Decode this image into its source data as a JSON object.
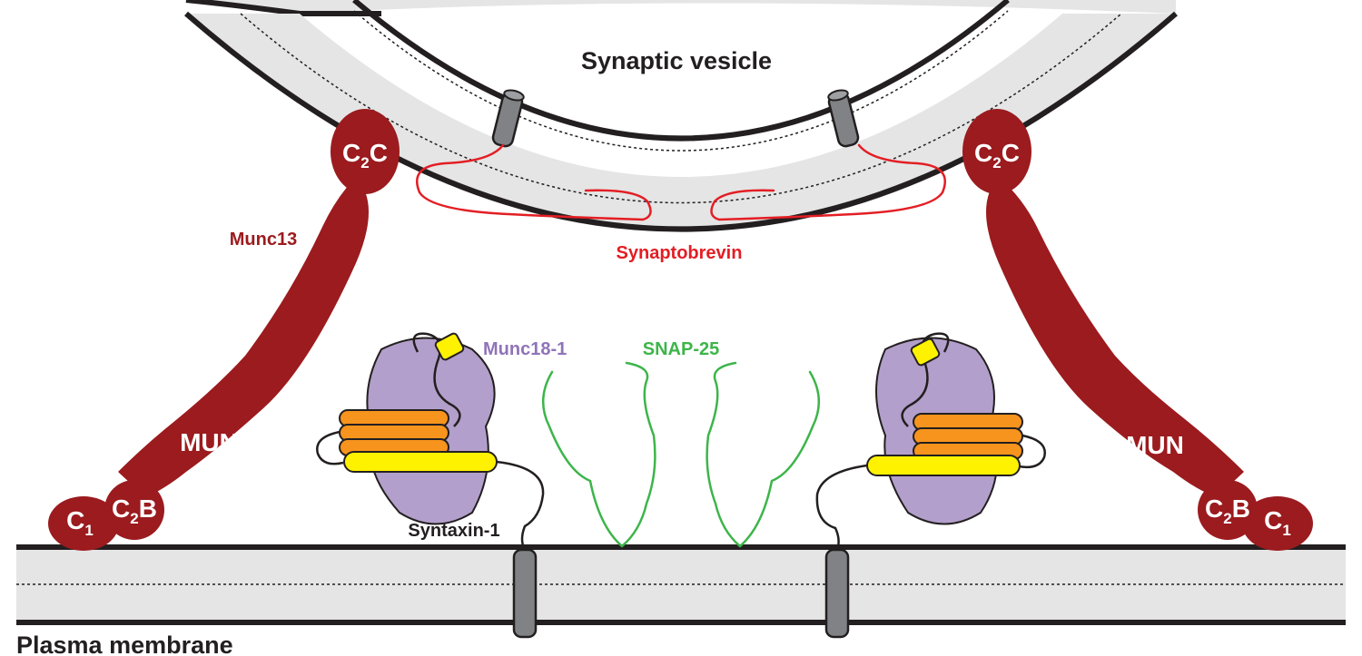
{
  "labels": {
    "vesicle": "Synaptic vesicle",
    "plasma_membrane": "Plasma membrane",
    "munc13": "Munc13",
    "synaptobrevin": "Synaptobrevin",
    "munc18": "Munc18-1",
    "snap25": "SNAP-25",
    "syntaxin": "Syntaxin-1"
  },
  "domains": {
    "c2c": {
      "main": "C",
      "sub": "2",
      "tail": "C"
    },
    "mun": "MUN",
    "c2b": {
      "main": "C",
      "sub": "2",
      "tail": "B"
    },
    "c1": {
      "main": "C",
      "sub": "1"
    }
  },
  "colors": {
    "membrane_fill": "#e5e5e5",
    "munc13": "#9b1b1e",
    "synaptobrevin": "#e31e24",
    "munc18": "#b39fcb",
    "munc18_label": "#8f74b8",
    "snap25": "#3db54a",
    "habc": "#f7941d",
    "sare": "#fff200",
    "tm_domain": "#808285",
    "ink": "#231f20"
  }
}
